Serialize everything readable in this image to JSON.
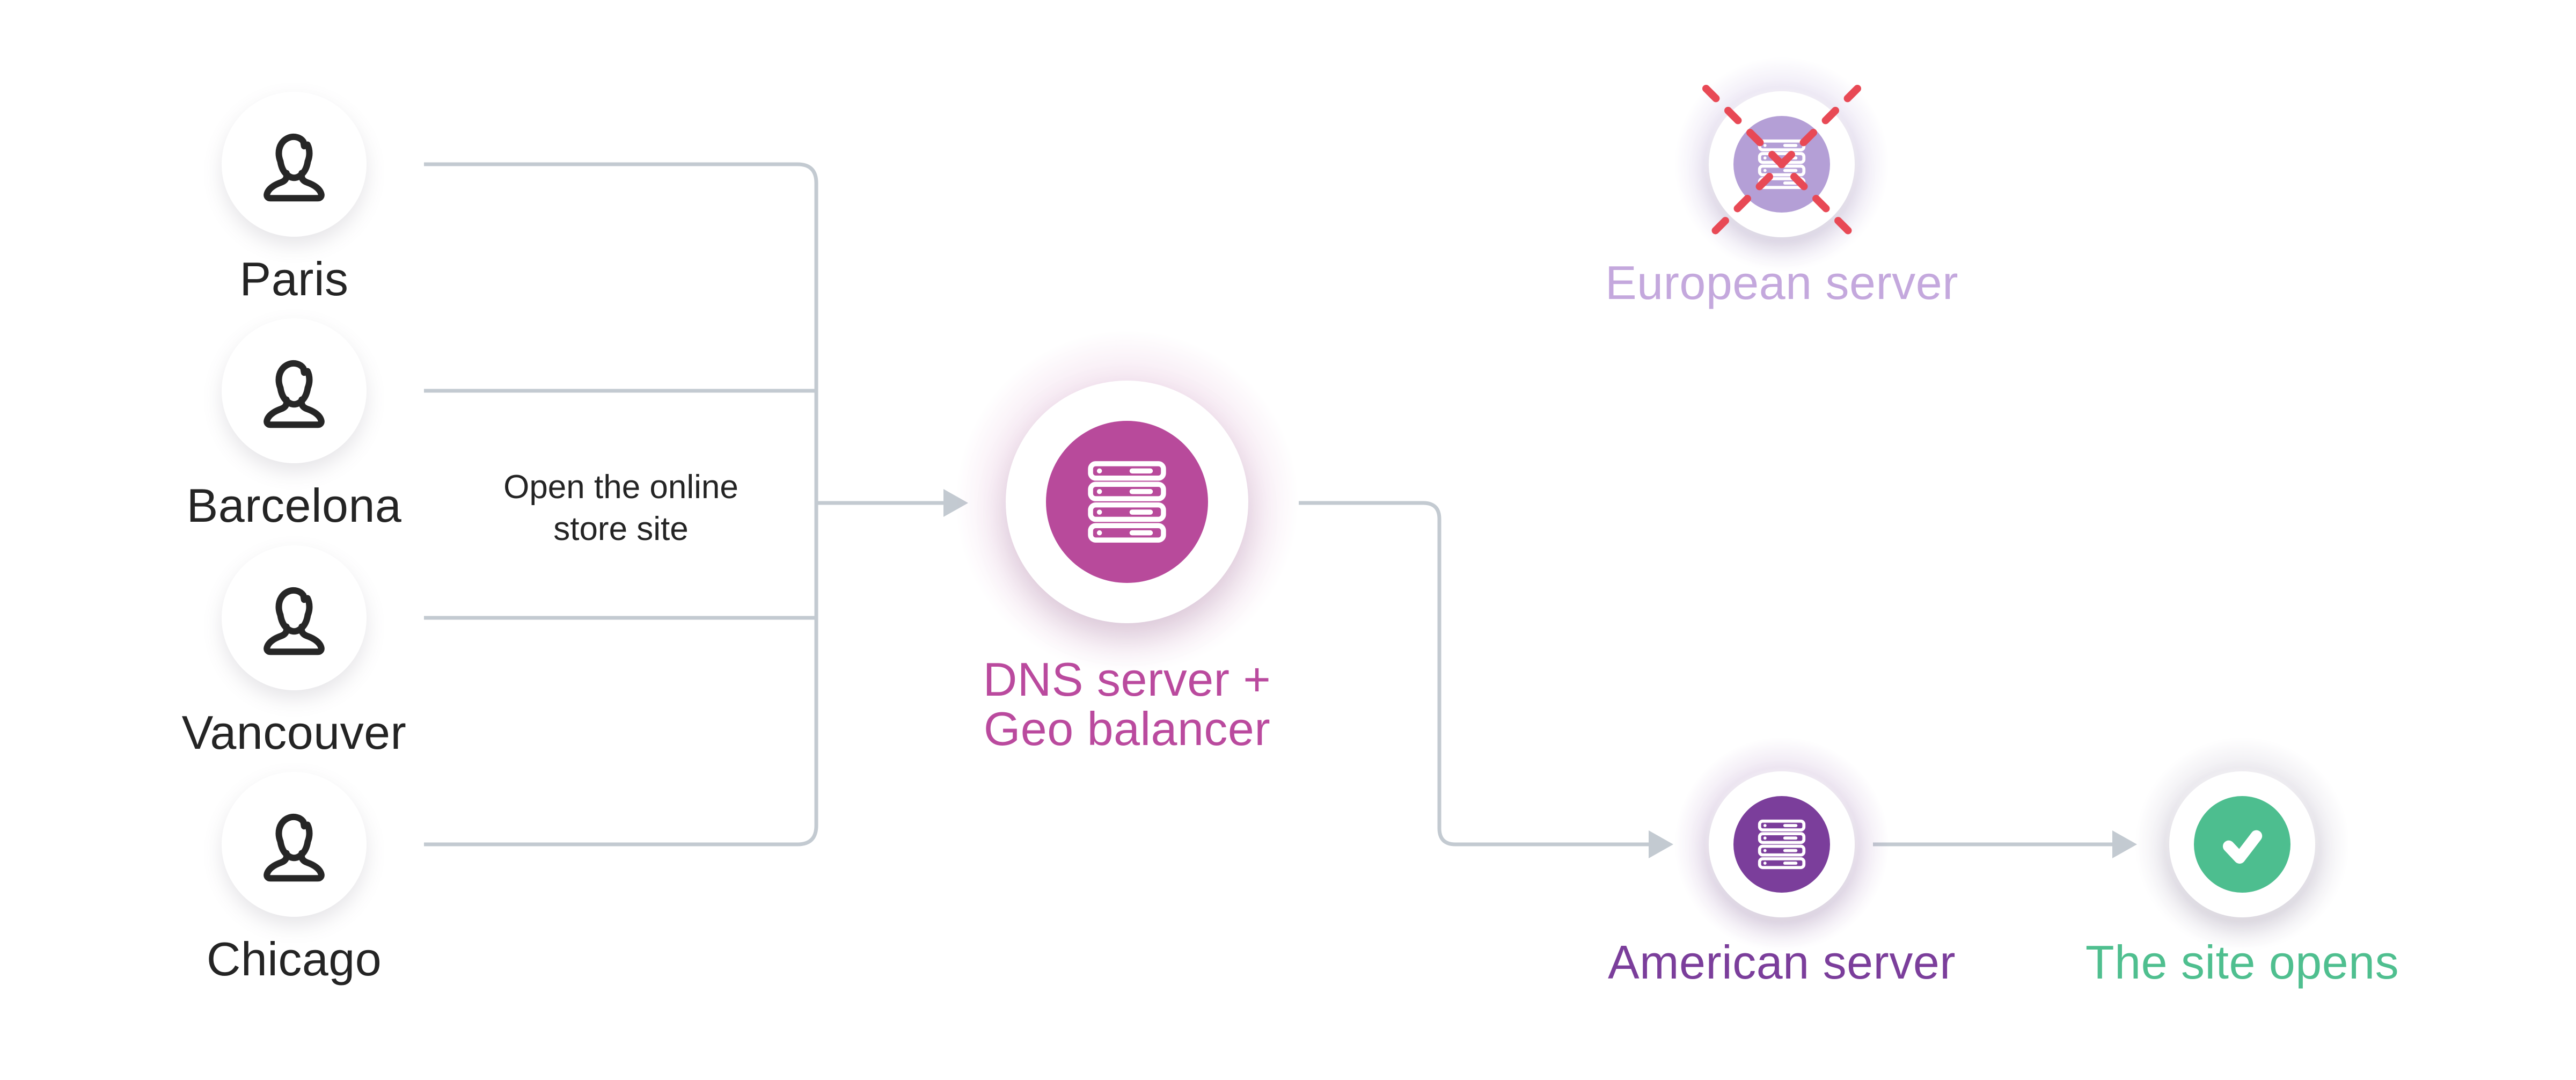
{
  "colors": {
    "line": "#c3cad1",
    "ink": "#242424",
    "magenta": "#b84a9b",
    "magenta_text": "#ba4a9e",
    "purple": "#7b3e9b",
    "lavender": "#b49fd6",
    "lavender_text": "#c4a8dd",
    "green": "#4dbe8f",
    "green_text": "#4fbf8f",
    "red": "#e84955"
  },
  "users": [
    {
      "label": "Paris"
    },
    {
      "label": "Barcelona"
    },
    {
      "label": "Vancouver"
    },
    {
      "label": "Chicago"
    }
  ],
  "annotation": {
    "line1": "Open the online",
    "line2": "store site"
  },
  "nodes": {
    "dns": {
      "label_line1": "DNS server +",
      "label_line2": "Geo balancer"
    },
    "european": {
      "label": "European server"
    },
    "american": {
      "label": "American server"
    },
    "result": {
      "label": "The site opens"
    }
  },
  "icons": {
    "user": "user-icon",
    "server": "server-rack-icon",
    "check": "check-icon",
    "cross": "crossed-out-icon"
  }
}
